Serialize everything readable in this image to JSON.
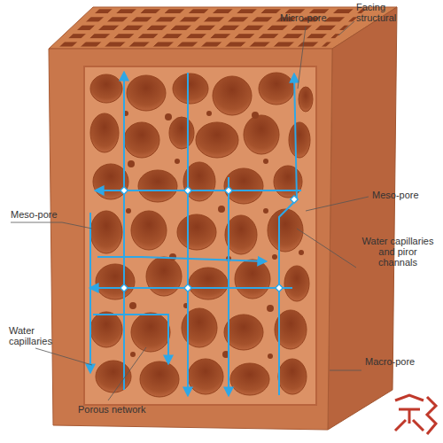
{
  "diagram": {
    "labels": [
      "Micro-pore",
      "Facing structural",
      "Meso-pore",
      "Meso-pore",
      "Water capillaries and piror channals",
      "Water capillaries",
      "Porous network",
      "Macro-pore"
    ]
  }
}
